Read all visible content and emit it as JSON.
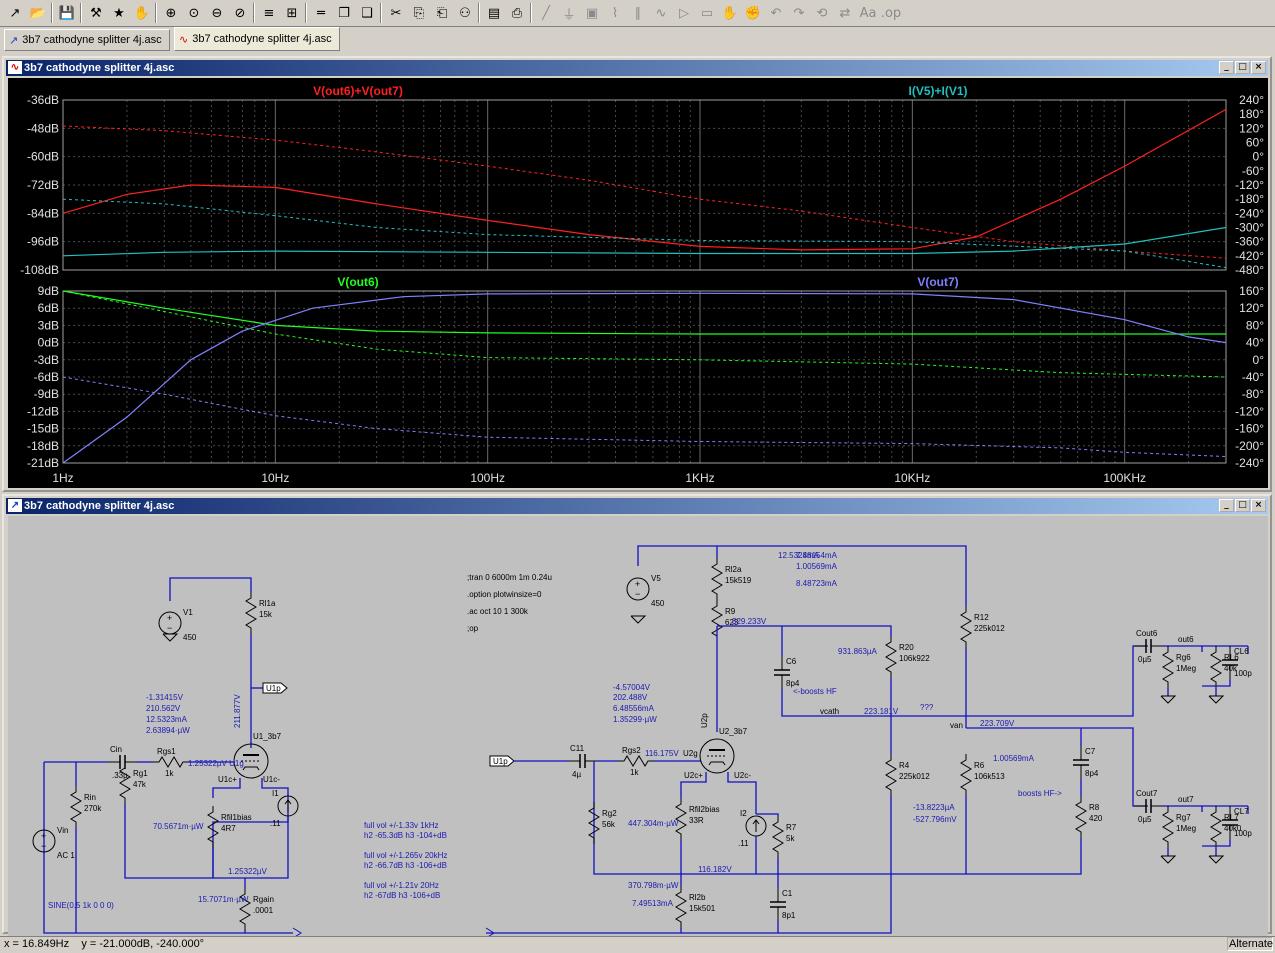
{
  "toolbar": {
    "buttons": [
      {
        "icon": "new-schematic-icon",
        "glyph": "↗"
      },
      {
        "icon": "open-icon",
        "glyph": "📂"
      },
      {
        "icon": "save-icon",
        "glyph": "💾"
      },
      {
        "icon": "hammer-icon",
        "glyph": "⚒"
      },
      {
        "icon": "run-icon",
        "glyph": "★"
      },
      {
        "icon": "pan-icon",
        "glyph": "✋"
      },
      {
        "icon": "zoom-in-icon",
        "glyph": "⊕"
      },
      {
        "icon": "zoom-fit-icon",
        "glyph": "⊙"
      },
      {
        "icon": "zoom-out-icon",
        "glyph": "⊖"
      },
      {
        "icon": "zoom-cancel-icon",
        "glyph": "⊘"
      },
      {
        "icon": "autorange-icon",
        "glyph": "≡"
      },
      {
        "icon": "grid-icon",
        "glyph": "⊞"
      },
      {
        "icon": "tile-horizontal-icon",
        "glyph": "═"
      },
      {
        "icon": "cascade-icon",
        "glyph": "❐"
      },
      {
        "icon": "tile-vertical-icon",
        "glyph": "❑"
      },
      {
        "icon": "cut-icon",
        "glyph": "✂"
      },
      {
        "icon": "copy-icon",
        "glyph": "⎘"
      },
      {
        "icon": "paste-icon",
        "glyph": "⎗"
      },
      {
        "icon": "find-icon",
        "glyph": "⚇"
      },
      {
        "icon": "print-setup-icon",
        "glyph": "▤"
      },
      {
        "icon": "print-icon",
        "glyph": "⎙"
      },
      {
        "icon": "wire-icon",
        "glyph": "╱",
        "disabled": true
      },
      {
        "icon": "ground-icon",
        "glyph": "⏚",
        "disabled": true
      },
      {
        "icon": "label-net-icon",
        "glyph": "▣",
        "disabled": true
      },
      {
        "icon": "resistor-icon",
        "glyph": "⌇",
        "disabled": true
      },
      {
        "icon": "capacitor-icon",
        "glyph": "∥",
        "disabled": true
      },
      {
        "icon": "inductor-icon",
        "glyph": "∿",
        "disabled": true
      },
      {
        "icon": "diode-icon",
        "glyph": "▷",
        "disabled": true
      },
      {
        "icon": "component-icon",
        "glyph": "▭",
        "disabled": true
      },
      {
        "icon": "move-icon",
        "glyph": "✋",
        "disabled": true
      },
      {
        "icon": "drag-icon",
        "glyph": "✊",
        "disabled": true
      },
      {
        "icon": "undo-icon",
        "glyph": "↶",
        "disabled": true
      },
      {
        "icon": "redo-icon",
        "glyph": "↷",
        "disabled": true
      },
      {
        "icon": "rotate-icon",
        "glyph": "⟲",
        "disabled": true
      },
      {
        "icon": "mirror-icon",
        "glyph": "⇄",
        "disabled": true
      },
      {
        "icon": "text-icon",
        "glyph": "Aa",
        "disabled": true
      },
      {
        "icon": "spice-directive-icon",
        "glyph": ".op",
        "disabled": true
      }
    ]
  },
  "tabs": [
    {
      "label": "3b7 cathodyne splitter 4j.asc",
      "icon": "schematic-icon",
      "glyph": "↗"
    },
    {
      "label": "3b7 cathodyne splitter 4j.asc",
      "icon": "waveform-icon",
      "glyph": "∿"
    }
  ],
  "plot_window": {
    "title": "3b7 cathodyne splitter 4j.asc",
    "buttons": [
      "_",
      "□",
      "×"
    ]
  },
  "schematic_window": {
    "title": "3b7 cathodyne splitter 4j.asc",
    "buttons": [
      "_",
      "□",
      "×"
    ]
  },
  "chart_data": [
    {
      "type": "line",
      "x_scale": "log",
      "x_ticks": [
        "1Hz",
        "10Hz",
        "100Hz",
        "1KHz",
        "10KHz",
        "100KHz"
      ],
      "xlim": [
        1,
        300000
      ],
      "y_left_ticks": [
        "-36dB",
        "-48dB",
        "-60dB",
        "-72dB",
        "-84dB",
        "-96dB",
        "-108dB"
      ],
      "ylim_left": [
        -108,
        -36
      ],
      "y_right_ticks": [
        "240°",
        "180°",
        "120°",
        "60°",
        "0°",
        "-60°",
        "-120°",
        "-180°",
        "-240°",
        "-300°",
        "-360°",
        "-420°",
        "-480°"
      ],
      "ylim_right": [
        -480,
        240
      ],
      "grid": true,
      "series": [
        {
          "name": "V(out6)+V(out7)",
          "color": "#ff2020",
          "mag_db": [
            [
              1,
              -84
            ],
            [
              2,
              -76
            ],
            [
              4,
              -72
            ],
            [
              10,
              -73
            ],
            [
              30,
              -80
            ],
            [
              100,
              -87
            ],
            [
              300,
              -93
            ],
            [
              1000,
              -98
            ],
            [
              3000,
              -99.5
            ],
            [
              10000,
              -99
            ],
            [
              20000,
              -94
            ],
            [
              50000,
              -78
            ],
            [
              100000,
              -64
            ],
            [
              300000,
              -40
            ]
          ],
          "phase_deg": [
            [
              1,
              130
            ],
            [
              3,
              110
            ],
            [
              10,
              70
            ],
            [
              30,
              20
            ],
            [
              100,
              -40
            ],
            [
              300,
              -100
            ],
            [
              1000,
              -180
            ],
            [
              3000,
              -230
            ],
            [
              10000,
              -300
            ],
            [
              30000,
              -360
            ],
            [
              100000,
              -400
            ],
            [
              300000,
              -430
            ]
          ]
        },
        {
          "name": "I(V5)+I(V1)",
          "color": "#20c0c0",
          "mag_db": [
            [
              1,
              -102
            ],
            [
              3,
              -100.5
            ],
            [
              10,
              -100
            ],
            [
              100,
              -100.5
            ],
            [
              1000,
              -101
            ],
            [
              10000,
              -101
            ],
            [
              30000,
              -100
            ],
            [
              100000,
              -97
            ],
            [
              300000,
              -90
            ]
          ],
          "phase_deg": [
            [
              1,
              -180
            ],
            [
              3,
              -200
            ],
            [
              10,
              -250
            ],
            [
              30,
              -300
            ],
            [
              100,
              -330
            ],
            [
              1000,
              -355
            ],
            [
              10000,
              -360
            ],
            [
              100000,
              -400
            ],
            [
              300000,
              -470
            ]
          ]
        }
      ]
    },
    {
      "type": "line",
      "x_scale": "log",
      "x_ticks": [
        "1Hz",
        "10Hz",
        "100Hz",
        "1KHz",
        "10KHz",
        "100KHz"
      ],
      "xlim": [
        1,
        300000
      ],
      "y_left_ticks": [
        "9dB",
        "6dB",
        "3dB",
        "0dB",
        "-3dB",
        "-6dB",
        "-9dB",
        "-12dB",
        "-15dB",
        "-18dB",
        "-21dB"
      ],
      "ylim_left": [
        -21,
        9
      ],
      "y_right_ticks": [
        "160°",
        "120°",
        "80°",
        "40°",
        "0°",
        "-40°",
        "-80°",
        "-120°",
        "-160°",
        "-200°",
        "-240°"
      ],
      "ylim_right": [
        -240,
        160
      ],
      "grid": true,
      "series": [
        {
          "name": "V(out6)",
          "color": "#20ff20",
          "mag_db": [
            [
              1,
              9
            ],
            [
              3,
              6
            ],
            [
              10,
              3
            ],
            [
              30,
              2
            ],
            [
              100,
              1.7
            ],
            [
              1000,
              1.5
            ],
            [
              10000,
              1.5
            ],
            [
              100000,
              1.5
            ],
            [
              300000,
              1.5
            ]
          ],
          "phase_deg": [
            [
              1,
              160
            ],
            [
              2,
              130
            ],
            [
              5,
              90
            ],
            [
              10,
              60
            ],
            [
              30,
              25
            ],
            [
              100,
              5
            ],
            [
              1000,
              0
            ],
            [
              10000,
              -10
            ],
            [
              50000,
              -30
            ],
            [
              300000,
              -40
            ]
          ]
        },
        {
          "name": "V(out7)",
          "color": "#8080ff",
          "mag_db": [
            [
              1,
              -21
            ],
            [
              2,
              -13
            ],
            [
              4,
              -3
            ],
            [
              7,
              2
            ],
            [
              15,
              6
            ],
            [
              40,
              8
            ],
            [
              100,
              8.5
            ],
            [
              1000,
              8.6
            ],
            [
              10000,
              8.5
            ],
            [
              30000,
              7.5
            ],
            [
              100000,
              4
            ],
            [
              200000,
              1
            ],
            [
              300000,
              0
            ]
          ],
          "phase_deg": [
            [
              1,
              -40
            ],
            [
              3,
              -80
            ],
            [
              10,
              -130
            ],
            [
              30,
              -160
            ],
            [
              100,
              -180
            ],
            [
              1000,
              -190
            ],
            [
              10000,
              -195
            ],
            [
              50000,
              -205
            ],
            [
              100000,
              -215
            ],
            [
              300000,
              -225
            ]
          ]
        }
      ]
    }
  ],
  "schematic": {
    "components": [
      {
        "ref": "V1",
        "value": "450"
      },
      {
        "ref": "Rl1a",
        "value": "15k"
      },
      {
        "ref": "U1_3b7",
        "value": ""
      },
      {
        "ref": "Cin",
        "value": ".33µ"
      },
      {
        "ref": "Rg1",
        "value": "47k"
      },
      {
        "ref": "Rgs1",
        "value": "1k"
      },
      {
        "ref": "Rin",
        "value": "270k"
      },
      {
        "ref": "Vin",
        "value": "AC 1"
      },
      {
        "ref": "Rfil1bias",
        "value": "4R7"
      },
      {
        "ref": "I1",
        "value": ".11"
      },
      {
        "ref": "Rgain",
        "value": ".0001"
      },
      {
        "ref": "V5",
        "value": "450"
      },
      {
        "ref": "Rl2a",
        "value": "15k519"
      },
      {
        "ref": "R9",
        "value": "623"
      },
      {
        "ref": "C6",
        "value": "8p4"
      },
      {
        "ref": "R20",
        "value": "106k922"
      },
      {
        "ref": "R12",
        "value": "225k012"
      },
      {
        "ref": "C11",
        "value": "4µ"
      },
      {
        "ref": "Rgs2",
        "value": "1k"
      },
      {
        "ref": "U2_3b7",
        "value": ""
      },
      {
        "ref": "Rg2",
        "value": "56k"
      },
      {
        "ref": "Rfil2bias",
        "value": "33R"
      },
      {
        "ref": "I2",
        "value": ".11"
      },
      {
        "ref": "R7",
        "value": "5k"
      },
      {
        "ref": "R4",
        "value": "225k012"
      },
      {
        "ref": "R6",
        "value": "106k513"
      },
      {
        "ref": "C7",
        "value": "8p4"
      },
      {
        "ref": "R8",
        "value": "420"
      },
      {
        "ref": "Rl2b",
        "value": "15k501"
      },
      {
        "ref": "C1",
        "value": "8p1"
      },
      {
        "ref": "Cout6",
        "value": "0µ5"
      },
      {
        "ref": "Rg6",
        "value": "1Meg"
      },
      {
        "ref": "RL6",
        "value": "40k"
      },
      {
        "ref": "CL6",
        "value": "100p"
      },
      {
        "ref": "Cout7",
        "value": "0µ5"
      },
      {
        "ref": "Rg7",
        "value": "1Meg"
      },
      {
        "ref": "RL7",
        "value": "40k0"
      },
      {
        "ref": "CL7",
        "value": "100p"
      }
    ],
    "nets": [
      "U1p",
      "U1p",
      "U1g",
      "U1c+",
      "U1c-",
      "U2g",
      "U2c+",
      "U2c-",
      "U2p",
      "out6",
      "out7",
      "vcath",
      "van"
    ],
    "directives": [
      ";tran 0 6000m 1m 0.24u",
      ".option plotwinsize=0",
      ".ac oct 10 1 300k",
      ";op"
    ],
    "vin_source": "SINE(0.5 1k 0 0 0)",
    "notes": [
      "<-boosts HF",
      "boosts HF->",
      "???"
    ],
    "op_annotations": [
      "-1.31415V",
      "210.562V",
      "12.5323mA",
      "2.63894·µW",
      "211.877V",
      "1.25322µV U1g",
      "70.5671m·µW",
      "1.25322µV",
      "15.7071m·µW",
      "-4.57004V",
      "202.488V",
      "6.48556mA",
      "1.35299·µW",
      "116.175V",
      "447.304m·µW",
      "116.182V",
      "370.798m·µW",
      "7.49513mA",
      "12.5328mA",
      "7.48154mA",
      "1.00569mA",
      "8.48723mA",
      "329.233V",
      "931.863µA",
      "223.181V",
      "223.709V",
      "1.00569mA",
      "-13.8223µA",
      "-527.796mV"
    ],
    "distortion_notes": [
      "full vol  +/-1.33v   1kHz",
      "h2 -65.3dB  h3 -104+dB",
      "full vol  +/-1.265v  20kHz",
      "h2 -66.7dB  h3 -106+dB",
      "full vol  +/-1.21v   20Hz",
      "h2 -67dB  h3 -106+dB"
    ]
  },
  "status": {
    "coords": "x = 16.849Hz    y = -21.000dB, -240.000°",
    "mode": "Alternate"
  }
}
